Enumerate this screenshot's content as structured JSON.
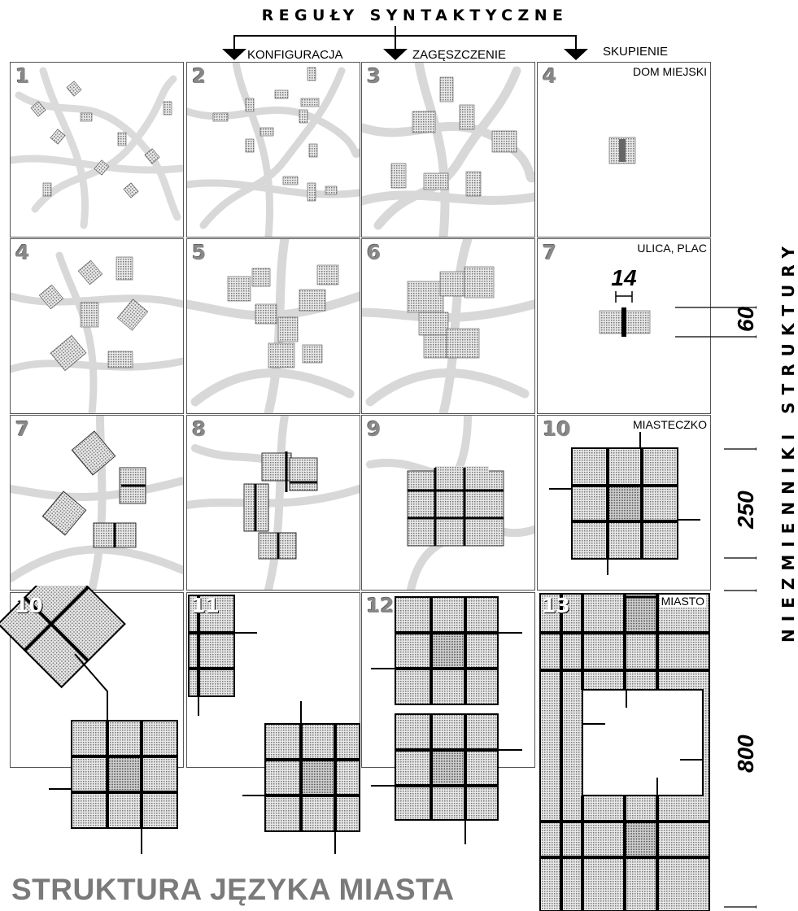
{
  "header": {
    "title": "REGUŁY SYNTAKTYCZNE",
    "rules": [
      "KONFIGURACJA",
      "ZAGĘSZCZENIE",
      "SKUPIENIE"
    ]
  },
  "panels": [
    {
      "number": "1",
      "label": ""
    },
    {
      "number": "2",
      "label": ""
    },
    {
      "number": "3",
      "label": ""
    },
    {
      "number": "4",
      "label": "DOM MIEJSKI"
    },
    {
      "number": "4",
      "label": ""
    },
    {
      "number": "5",
      "label": ""
    },
    {
      "number": "6",
      "label": ""
    },
    {
      "number": "7",
      "label": "ULICA, PLAC"
    },
    {
      "number": "7",
      "label": ""
    },
    {
      "number": "8",
      "label": ""
    },
    {
      "number": "9",
      "label": ""
    },
    {
      "number": "10",
      "label": "MIASTECZKO"
    },
    {
      "number": "10",
      "label": ""
    },
    {
      "number": "11",
      "label": ""
    },
    {
      "number": "12",
      "label": ""
    },
    {
      "number": "13",
      "label": "MIASTO"
    }
  ],
  "street_width": "14",
  "side": {
    "title": "NIEZMIENNIKI STRUKTURY",
    "dimensions": [
      "60",
      "250",
      "800"
    ]
  },
  "footer": {
    "title": "STRUKTURA JĘZYKA MIASTA"
  },
  "colors": {
    "panel_border": "#555555",
    "footer_text": "#7a7a7a",
    "path_shading": "#d8d8d8",
    "block_fill": "#bdbdbd"
  }
}
